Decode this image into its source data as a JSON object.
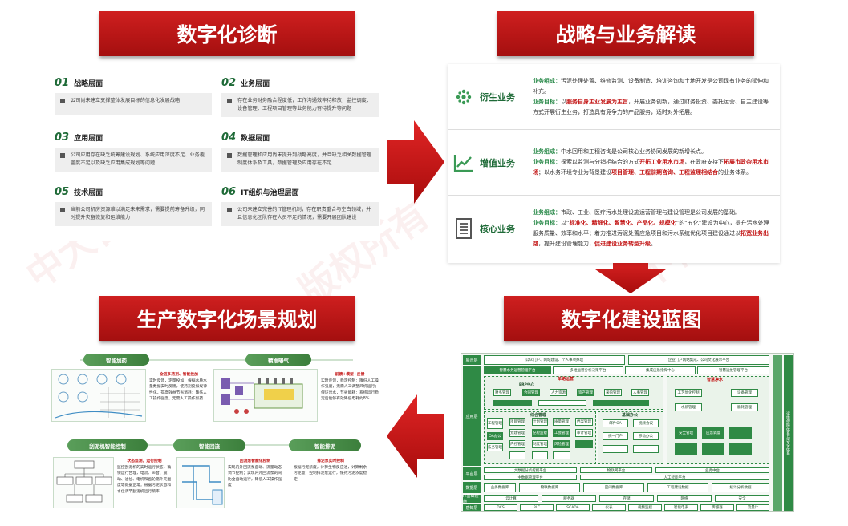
{
  "titles": {
    "diagnosis": "数字化诊断",
    "strategy": "战略与业务解读",
    "scenario": "生产数字化场景规划",
    "blueprint": "数字化建设蓝图"
  },
  "diagnosis": [
    {
      "num": "01",
      "title": "战略层面",
      "text": "公司尚未建立支撑整体发展目标的信息化发展战略"
    },
    {
      "num": "02",
      "title": "业务层面",
      "text": "存在业务财务融合程度低，工作沟通效率待释放，监控调度、设备管理、工程项目管理等业务能力有待提升等问题"
    },
    {
      "num": "03",
      "title": "应用层面",
      "text": "公司应用存在缺乏统筹建设规划、系统应用深度不足、业务覆盖度不足以及缺乏应用集成规划等问题"
    },
    {
      "num": "04",
      "title": "数据层面",
      "text": "数据管理和应用尚未提升到战略高度，并且缺乏相关数据管理制度体系及工具，数据管理及应用存在不足"
    },
    {
      "num": "05",
      "title": "技术层面",
      "text": "当前公司机房资源难以满足未来需求，需要提前筹备升级，同时提升灾备恢复和运维能力"
    },
    {
      "num": "06",
      "title": "IT组织与治理层面",
      "text": "公司未建立完善的IT管理机制，存在职责重合与空白领域，并且信息化团队存在人员不足的情况，需要开展团队建设"
    }
  ],
  "strategy": [
    {
      "label": "衍生业务",
      "icon": "sprout-icon",
      "lines": [
        {
          "k": "业务组成：",
          "v": "污泥处理处置、维修监测、设备制造、培训咨询和土地开发是公司现有业务的延伸和补充。"
        },
        {
          "k": "业务目标：",
          "v": "以",
          "hl": "服务自身主业发展为主旨",
          "v2": "，开展业务创新，通过财务投资、委托运营、自主建设等方式开展衍生业务，打造具有竞争力的产品服务，适时对外拓展。"
        }
      ]
    },
    {
      "label": "增值业务",
      "icon": "growth-chart-icon",
      "lines": [
        {
          "k": "业务组成：",
          "v": "中水回用和工程咨询是公司核心业务协同发展的新增长点。"
        },
        {
          "k": "业务目标：",
          "v": "探索以监测与分销相结合的方式",
          "hl": "开拓工业用水市场",
          "v2": "，在政府支持下",
          "hl2": "拓展市政杂用水市场",
          "v3": "；"
        },
        {
          "k": "",
          "v": "以水务环境专业为背景建设",
          "hl": "项目管理、工程前期咨询、工程监理相结合",
          "v2": "的业务体系。"
        }
      ]
    },
    {
      "label": "核心业务",
      "icon": "document-icon",
      "lines": [
        {
          "k": "业务组成：",
          "v": "市政、工业、医疗污水处理设施运营管理与建设管理是公司发展的基础。"
        },
        {
          "k": "业务目标：",
          "v": "以“",
          "hl": "标准化、精细化、智慧化、产品化、规模化",
          "v2": "”的“五化”建设为中心，提升污水处理服务质量、效率和水平；着力推进污泥处置应急项目和污水系统优化项目建设通过以",
          "hl2": "拓宽业务出路",
          "v3": "，提升建设管理能力，",
          "hl3": "促进建设业务转型升级",
          "v4": "。"
        }
      ]
    }
  ],
  "scenario": {
    "heads": [
      "智能加药",
      "精准曝气",
      "刮泥机智能控制",
      "智能回流",
      "智能排泥"
    ],
    "texts": [
      {
        "t": "全链多药剂、智能投加",
        "body": "实时反馈，定量投加：根据水质水量数据实时反馈，使药剂投加规律性化，提高效益节省消耗；降低人工操作强度，无需人工操作加药"
      },
      {
        "t": "前馈+模型+反馈",
        "body": "实时反馈，稳定控制：降低人工操作强度，无需人工调整风机运行；保证出水，节省能耗：系统运行稳定后能够有效降低电耗约8%"
      },
      {
        "t": "状态监测，运行控制",
        "body": "监控刮泥机的实时运行状态，确保运行合理，电流、声音、震动、油位、电机和齿轮箱外壳温度等数据正常；根据污泥状态和水位调节刮泥机运行频率"
      },
      {
        "t": "回流泵智能化控制",
        "body": "实现内外回流泵自动、流量动态调节控制；实现内外回流泵的同比全自动运行，降低人工操作强度"
      },
      {
        "t": "排泥泵实时控制",
        "body": "根据污泥浓度，计算生物反应池，计算剩余污泥量；控制排泥泵运行，保持污泥浓度稳定"
      }
    ]
  },
  "blueprint": {
    "left_bands": [
      "展示层",
      "应用层",
      "平台层",
      "数据层",
      "IT基础设施",
      "感知层"
    ],
    "top_row": [
      "公众门户、网站建设、个人事项办理",
      "企业门户网站集成、公司文化展示平台"
    ],
    "platform_title": "智慧水务运营管理平台",
    "sections": [
      "多维运营分析决策平台",
      "集成应急指挥中心",
      "智慧运维管理平台"
    ],
    "erp_title": "单路运营",
    "erp_label": "ERP中心",
    "erp_cells": [
      "财务管理",
      "合同管理",
      "人力资源",
      "资产管理",
      "采购管理",
      "人事管理"
    ],
    "smart_title": "智慧净水",
    "smart_cells": [
      "工艺优化控制",
      "设备管理",
      "水质管理",
      "能耗管理",
      "安全管理",
      "应急调度"
    ],
    "mid_title": "综合管理",
    "mid_cells": [
      "工程管理",
      "项目管理",
      "计划管理",
      "质量管理",
      "档案管理",
      "OA办公",
      "党建管理",
      "纪检监察",
      "工会管理",
      "审计管理",
      "法务管理",
      "内控管理",
      "制度管理",
      "风险管理"
    ],
    "base_title": "基础办公",
    "base_cells": [
      "邮件OA",
      "视频会议",
      "统一门户",
      "移动办公"
    ],
    "platform_rows": [
      "大数据分析挖掘平台",
      "物联网平台",
      "业务中台",
      "主数据管理平台",
      "人工智能平台"
    ],
    "data_cells": [
      "业务数据库",
      "物联数据库",
      "空间数据库",
      "工程建设数据",
      "统计分析数据"
    ],
    "infra_cells": [
      "云计算",
      "服务器",
      "存储",
      "网络",
      "安全"
    ],
    "sense_cells": [
      "DCS",
      "PLC",
      "SCADA",
      "仪表",
      "视频监控",
      "智能电表",
      "传感器",
      "流量计"
    ],
    "right_band": "运维保障体系与安全体系"
  },
  "watermark": [
    "中大咨询",
    "版权所有",
    "不得外传"
  ]
}
